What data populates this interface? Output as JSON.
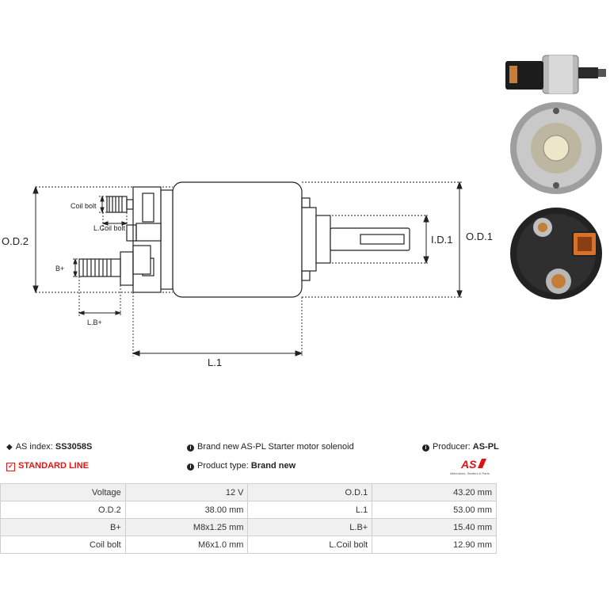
{
  "dimensions": {
    "od2": "O.D.2",
    "od1": "O.D.1",
    "id1": "I.D.1",
    "l1": "L.1",
    "lb": "L.B+",
    "b": "B+",
    "coil_bolt": "Coil bolt",
    "l_coil_bolt": "L.Coil bolt"
  },
  "info": {
    "as_index_label": "AS index:",
    "as_index_value": "SS3058S",
    "line_label": "STANDARD LINE",
    "description": "Brand new AS-PL Starter motor solenoid",
    "product_type_label": "Product type:",
    "product_type_value": "Brand new",
    "producer_label": "Producer:",
    "producer_value": "AS-PL",
    "logo_text": "AS",
    "logo_tagline": "Alternators, Starters & Parts"
  },
  "specs": [
    {
      "k1": "Voltage",
      "v1": "12 V",
      "k2": "O.D.1",
      "v2": "43.20 mm"
    },
    {
      "k1": "O.D.2",
      "v1": "38.00 mm",
      "k2": "L.1",
      "v2": "53.00 mm"
    },
    {
      "k1": "B+",
      "v1": "M8x1.25 mm",
      "k2": "L.B+",
      "v2": "15.40 mm"
    },
    {
      "k1": "Coil bolt",
      "v1": "M6x1.0 mm",
      "k2": "L.Coil bolt",
      "v2": "12.90 mm"
    }
  ],
  "colors": {
    "accent_red": "#e11111",
    "line": "#222222"
  }
}
